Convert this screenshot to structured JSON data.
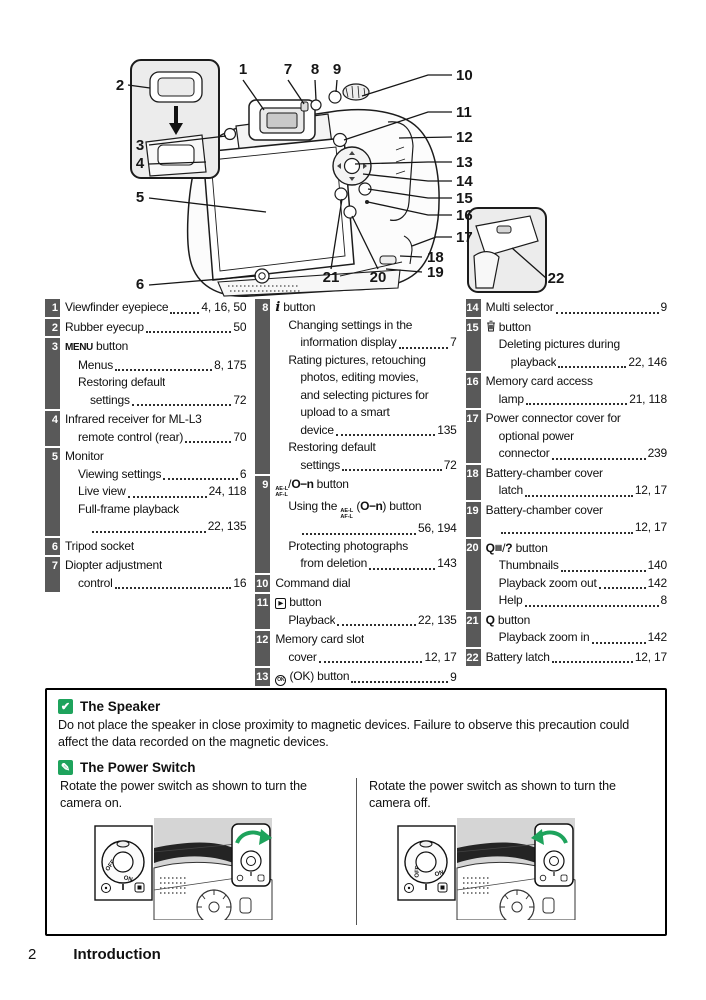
{
  "colors": {
    "accent_green": "#1ea35c",
    "badge_gray": "#595959",
    "photo_gray": "#d5d5d5",
    "line_art": "#1c1c1c"
  },
  "icons": {
    "menu": "MENU",
    "i": "i",
    "ael_top": "AE-L",
    "ael_bottom": "AF-L",
    "key": "O−n",
    "play": "▶",
    "ok": "OK",
    "trash": "trash-can",
    "q": "Q",
    "grid": "▦",
    "help": "?",
    "speaker_note": "✔",
    "pencil_note": "✎"
  },
  "diagram": {
    "callouts": [
      "1",
      "2",
      "3",
      "4",
      "5",
      "6",
      "7",
      "8",
      "9",
      "10",
      "11",
      "12",
      "13",
      "14",
      "15",
      "16",
      "17",
      "18",
      "19",
      "20",
      "21",
      "22"
    ]
  },
  "parts_list": {
    "columns": [
      {
        "items": [
          {
            "num": "1",
            "lines": [
              {
                "ind": 0,
                "parts": [
                  {
                    "t": "Viewfinder eyepiece"
                  }
                ],
                "p": "4, 16, 50"
              }
            ]
          },
          {
            "num": "2",
            "lines": [
              {
                "ind": 0,
                "parts": [
                  {
                    "t": "Rubber eyecup"
                  }
                ],
                "p": "50"
              }
            ]
          },
          {
            "num": "3",
            "lines": [
              {
                "ind": 0,
                "parts": [
                  {
                    "ic": "menu"
                  },
                  {
                    "t": " button"
                  }
                ]
              },
              {
                "ind": 1,
                "parts": [
                  {
                    "t": "Menus"
                  }
                ],
                "p": "8, 175"
              },
              {
                "ind": 1,
                "parts": [
                  {
                    "t": "Restoring default"
                  }
                ]
              },
              {
                "ind": 2,
                "parts": [
                  {
                    "t": "settings"
                  }
                ],
                "p": "72"
              }
            ]
          },
          {
            "num": "4",
            "lines": [
              {
                "ind": 0,
                "parts": [
                  {
                    "t": "Infrared receiver for ML-L3"
                  }
                ]
              },
              {
                "ind": 1,
                "parts": [
                  {
                    "t": "remote control (rear)"
                  }
                ],
                "p": "70"
              }
            ]
          },
          {
            "num": "5",
            "lines": [
              {
                "ind": 0,
                "parts": [
                  {
                    "t": "Monitor"
                  }
                ]
              },
              {
                "ind": 1,
                "parts": [
                  {
                    "t": "Viewing settings"
                  }
                ],
                "p": "6"
              },
              {
                "ind": 1,
                "parts": [
                  {
                    "t": "Live view"
                  }
                ],
                "p": "24, 118"
              },
              {
                "ind": 1,
                "parts": [
                  {
                    "t": "Full-frame playback"
                  }
                ]
              },
              {
                "ind": 2,
                "parts": [],
                "p": "22, 135"
              }
            ]
          },
          {
            "num": "6",
            "lines": [
              {
                "ind": 0,
                "parts": [
                  {
                    "t": "Tripod socket"
                  }
                ]
              }
            ]
          },
          {
            "num": "7",
            "lines": [
              {
                "ind": 0,
                "parts": [
                  {
                    "t": "Diopter adjustment"
                  }
                ]
              },
              {
                "ind": 1,
                "parts": [
                  {
                    "t": "control"
                  }
                ],
                "p": "16"
              }
            ]
          }
        ]
      },
      {
        "items": [
          {
            "num": "8",
            "lines": [
              {
                "ind": 0,
                "parts": [
                  {
                    "ic": "i"
                  },
                  {
                    "t": " button"
                  }
                ]
              },
              {
                "ind": 1,
                "parts": [
                  {
                    "t": "Changing settings in the"
                  }
                ]
              },
              {
                "ind": 2,
                "parts": [
                  {
                    "t": "information display"
                  }
                ],
                "p": "7"
              },
              {
                "ind": 1,
                "parts": [
                  {
                    "t": "Rating pictures, retouching"
                  }
                ]
              },
              {
                "ind": 2,
                "parts": [
                  {
                    "t": "photos, editing movies,"
                  }
                ]
              },
              {
                "ind": 2,
                "parts": [
                  {
                    "t": "and selecting pictures for"
                  }
                ]
              },
              {
                "ind": 2,
                "parts": [
                  {
                    "t": "upload to a smart"
                  }
                ]
              },
              {
                "ind": 2,
                "parts": [
                  {
                    "t": "device"
                  }
                ],
                "p": "135"
              },
              {
                "ind": 1,
                "parts": [
                  {
                    "t": "Restoring default"
                  }
                ]
              },
              {
                "ind": 2,
                "parts": [
                  {
                    "t": "settings"
                  }
                ],
                "p": "72"
              }
            ]
          },
          {
            "num": "9",
            "lines": [
              {
                "ind": 0,
                "parts": [
                  {
                    "ic": "ael"
                  },
                  {
                    "t": "/"
                  },
                  {
                    "ic": "key"
                  },
                  {
                    "t": " button"
                  }
                ]
              },
              {
                "ind": 1,
                "parts": [
                  {
                    "t": "Using the "
                  },
                  {
                    "ic": "ael"
                  },
                  {
                    "t": " ("
                  },
                  {
                    "ic": "key"
                  },
                  {
                    "t": ") button"
                  }
                ]
              },
              {
                "ind": 2,
                "parts": [],
                "p": "56, 194"
              },
              {
                "ind": 1,
                "parts": [
                  {
                    "t": "Protecting photographs"
                  }
                ]
              },
              {
                "ind": 2,
                "parts": [
                  {
                    "t": "from deletion"
                  }
                ],
                "p": "143"
              }
            ]
          },
          {
            "num": "10",
            "lines": [
              {
                "ind": 0,
                "parts": [
                  {
                    "t": "Command dial"
                  }
                ]
              }
            ]
          },
          {
            "num": "11",
            "lines": [
              {
                "ind": 0,
                "parts": [
                  {
                    "ic": "play"
                  },
                  {
                    "t": " button"
                  }
                ]
              },
              {
                "ind": 1,
                "parts": [
                  {
                    "t": "Playback"
                  }
                ],
                "p": "22, 135"
              }
            ]
          },
          {
            "num": "12",
            "lines": [
              {
                "ind": 0,
                "parts": [
                  {
                    "t": "Memory card slot"
                  }
                ]
              },
              {
                "ind": 1,
                "parts": [
                  {
                    "t": "cover"
                  }
                ],
                "p": "12, 17"
              }
            ]
          },
          {
            "num": "13",
            "lines": [
              {
                "ind": 0,
                "parts": [
                  {
                    "ic": "ok"
                  },
                  {
                    "t": " (OK) button"
                  }
                ],
                "p": "9"
              }
            ]
          }
        ]
      },
      {
        "items": [
          {
            "num": "14",
            "lines": [
              {
                "ind": 0,
                "parts": [
                  {
                    "t": "Multi selector"
                  }
                ],
                "p": "9"
              }
            ]
          },
          {
            "num": "15",
            "lines": [
              {
                "ind": 0,
                "parts": [
                  {
                    "ic": "trash"
                  },
                  {
                    "t": " button"
                  }
                ]
              },
              {
                "ind": 1,
                "parts": [
                  {
                    "t": "Deleting pictures during"
                  }
                ]
              },
              {
                "ind": 2,
                "parts": [
                  {
                    "t": "playback"
                  }
                ],
                "p": "22, 146"
              }
            ]
          },
          {
            "num": "16",
            "lines": [
              {
                "ind": 0,
                "parts": [
                  {
                    "t": "Memory card access"
                  }
                ]
              },
              {
                "ind": 1,
                "parts": [
                  {
                    "t": "lamp"
                  }
                ],
                "p": "21, 118"
              }
            ]
          },
          {
            "num": "17",
            "lines": [
              {
                "ind": 0,
                "parts": [
                  {
                    "t": "Power connector cover for"
                  }
                ]
              },
              {
                "ind": 1,
                "parts": [
                  {
                    "t": "optional power"
                  }
                ]
              },
              {
                "ind": 1,
                "parts": [
                  {
                    "t": "connector"
                  }
                ],
                "p": "239"
              }
            ]
          },
          {
            "num": "18",
            "lines": [
              {
                "ind": 0,
                "parts": [
                  {
                    "t": "Battery-chamber cover"
                  }
                ]
              },
              {
                "ind": 1,
                "parts": [
                  {
                    "t": "latch"
                  }
                ],
                "p": "12, 17"
              }
            ]
          },
          {
            "num": "19",
            "lines": [
              {
                "ind": 0,
                "parts": [
                  {
                    "t": "Battery-chamber cover"
                  }
                ]
              },
              {
                "ind": 1,
                "parts": [],
                "p": "12, 17"
              }
            ]
          },
          {
            "num": "20",
            "lines": [
              {
                "ind": 0,
                "parts": [
                  {
                    "ic": "qout"
                  },
                  {
                    "t": "/"
                  },
                  {
                    "ic": "help"
                  },
                  {
                    "t": " button"
                  }
                ]
              },
              {
                "ind": 1,
                "parts": [
                  {
                    "t": "Thumbnails"
                  }
                ],
                "p": "140"
              },
              {
                "ind": 1,
                "parts": [
                  {
                    "t": "Playback zoom out"
                  }
                ],
                "p": "142"
              },
              {
                "ind": 1,
                "parts": [
                  {
                    "t": "Help"
                  }
                ],
                "p": "8"
              }
            ]
          },
          {
            "num": "21",
            "lines": [
              {
                "ind": 0,
                "parts": [
                  {
                    "ic": "qin"
                  },
                  {
                    "t": " button"
                  }
                ]
              },
              {
                "ind": 1,
                "parts": [
                  {
                    "t": "Playback zoom in"
                  }
                ],
                "p": "142"
              }
            ]
          },
          {
            "num": "22",
            "lines": [
              {
                "ind": 0,
                "parts": [
                  {
                    "t": "Battery latch"
                  }
                ],
                "p": "12, 17"
              }
            ]
          }
        ]
      }
    ]
  },
  "notes": {
    "speaker": {
      "title": "The Speaker",
      "body": "Do not place the speaker in close proximity to magnetic devices.  Failure to observe this precaution could affect the data recorded on the magnetic devices."
    },
    "power_switch": {
      "title": "The Power Switch",
      "left_caption": "Rotate the power switch as shown to turn the camera on.",
      "right_caption": "Rotate the power switch as shown to turn the camera off.",
      "dial_off": "OFF",
      "dial_on": "ON"
    }
  },
  "footer": {
    "page_number": "2",
    "section": "Introduction"
  }
}
